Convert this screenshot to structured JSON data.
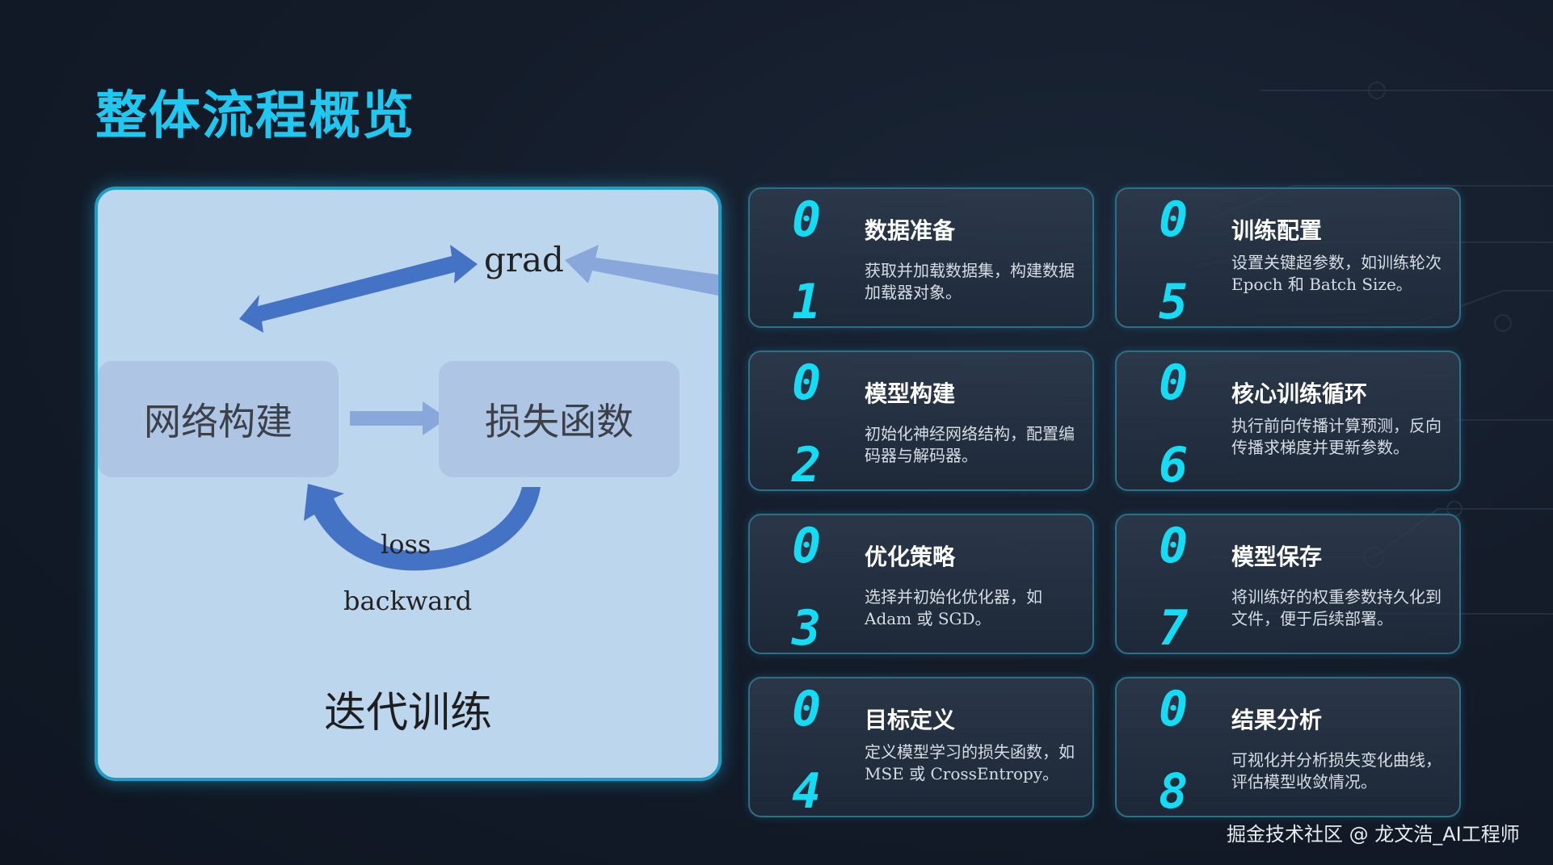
{
  "slide": {
    "title": "整体流程概览",
    "watermark": "掘金技术社区 @ 龙文浩_AI工程师"
  },
  "diagram": {
    "node_network": "网络构建",
    "node_loss_fn": "损失函数",
    "label_grad": "grad",
    "label_loss": "loss",
    "label_backward": "backward",
    "caption": "迭代训练"
  },
  "steps": [
    {
      "num_top": "0",
      "num_bottom": "1",
      "title": "数据准备",
      "desc": "获取并加载数据集，构建数据加载器对象。"
    },
    {
      "num_top": "0",
      "num_bottom": "2",
      "title": "模型构建",
      "desc": "初始化神经网络结构，配置编码器与解码器。"
    },
    {
      "num_top": "0",
      "num_bottom": "3",
      "title": "优化策略",
      "desc": "选择并初始化优化器，如 Adam 或 SGD。"
    },
    {
      "num_top": "0",
      "num_bottom": "4",
      "title": "目标定义",
      "desc": "定义模型学习的损失函数，如 MSE 或 CrossEntropy。"
    },
    {
      "num_top": "0",
      "num_bottom": "5",
      "title": "训练配置",
      "desc": "设置关键超参数，如训练轮次 Epoch 和 Batch Size。"
    },
    {
      "num_top": "0",
      "num_bottom": "6",
      "title": "核心训练循环",
      "desc": "执行前向传播计算预测，反向传播求梯度并更新参数。"
    },
    {
      "num_top": "0",
      "num_bottom": "7",
      "title": "模型保存",
      "desc": "将训练好的权重参数持久化到文件，便于后续部署。"
    },
    {
      "num_top": "0",
      "num_bottom": "8",
      "title": "结果分析",
      "desc": "可视化并分析损失变化曲线，评估模型收敛情况。"
    }
  ],
  "colors": {
    "accent": "#1ec8f0",
    "number": "#14dcf4",
    "diagram_bg": "#bcd6ee",
    "arrow": "#4472c4"
  }
}
